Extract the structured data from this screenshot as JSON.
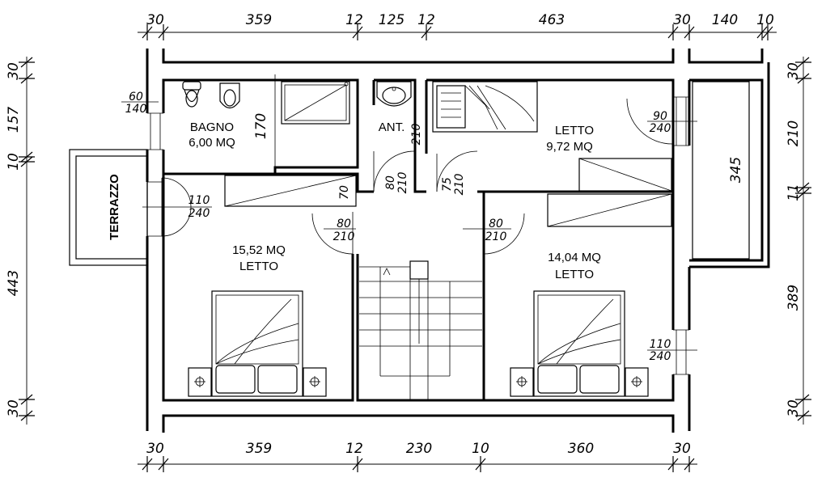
{
  "dimensions": {
    "top": [
      "30",
      "359",
      "12",
      "125",
      "12",
      "463",
      "30",
      "140",
      "10"
    ],
    "bottom": [
      "30",
      "359",
      "12",
      "230",
      "10",
      "360",
      "30"
    ],
    "left": [
      "30",
      "157",
      "10",
      "443",
      "30"
    ],
    "right": [
      "30",
      "210",
      "11",
      "389",
      "30"
    ]
  },
  "rooms": {
    "bagno_name": "BAGNO",
    "bagno_area": "6,00 MQ",
    "ant": "ANT.",
    "letto1_name": "LETTO",
    "letto1_area": "9,72 MQ",
    "letto2_area": "15,52 MQ",
    "letto2_name": "LETTO",
    "letto3_area": "14,04 MQ",
    "letto3_name": "LETTO",
    "terrazzo": "TERRAZZO"
  },
  "openings": {
    "bagno_window_w": "60",
    "bagno_window_h": "140",
    "letto1_window_w": "90",
    "letto1_window_h": "240",
    "terrazzo_door_w": "110",
    "terrazzo_door_h": "240",
    "letto3_window_w": "110",
    "letto3_window_h": "240",
    "door_left_w": "80",
    "door_left_h": "210",
    "door_right_w": "80",
    "door_right_h": "210",
    "bagno_door_w": "80",
    "bagno_door_h": "210",
    "ant_door_h": "210",
    "letto1_door_w": "75",
    "letto1_door_h": "210",
    "bagno_shower_h": "170",
    "closet_depth": "70",
    "wardrobe_len": "345"
  }
}
